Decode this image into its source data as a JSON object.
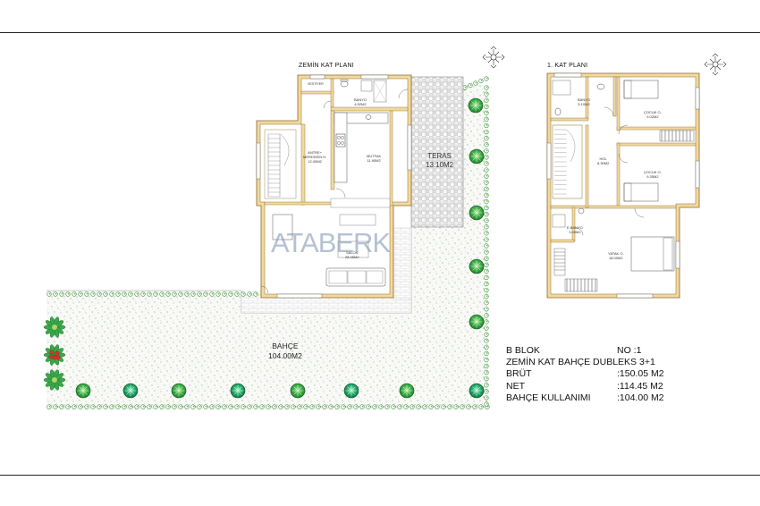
{
  "plans": {
    "ground_title": "ZEMİN KAT PLANI",
    "first_title": "1. KAT PLANI"
  },
  "rooms": {
    "vestiyer": "VESTİYER",
    "banyo_g_name": "BANYO",
    "banyo_g_area": "4.92M2",
    "antre_name": "ANTRE+",
    "antre_name2": "MERDİVEN H.",
    "antre_area": "12.45M2",
    "mutfak_name": "MUTFAK",
    "mutfak_area": "11.90M2",
    "teras_name": "TERAS",
    "teras_area": "13.10M2",
    "salon_name": "SALON",
    "salon_area": "28.45M2",
    "bahce_name": "BAHÇE",
    "bahce_area": "104.00M2",
    "banyo_f_name": "BANYO",
    "banyo_f_area": "5.10M2",
    "cocuk1_name": "ÇOCUK O.",
    "cocuk1_area": "9.02M2",
    "hol_name": "HOL",
    "hol_area": "8.30M2",
    "cocuk2_name": "ÇOCUK O.",
    "cocuk2_area": "9.35M2",
    "ebanyo_name": "E.BANYO",
    "ebanyo_area": "3.00M2",
    "yatak_name": "YATAK O.",
    "yatak_area": "18.00M2"
  },
  "logo_text": "ATABERK",
  "info": {
    "block": "B BLOK",
    "no": "NO :1",
    "type": "ZEMİN KAT BAHÇE DUBLEKS 3+1",
    "rows": [
      {
        "label": "BRÜT",
        "value": ":150.05 M2"
      },
      {
        "label": "NET",
        "value": ":114.45 M2"
      },
      {
        "label": "BAHÇE KULLANIMI",
        "value": ":104.00 M2"
      }
    ]
  },
  "colors": {
    "wall": "#f2d9a0",
    "wall_edge": "#8a6a2a",
    "grass_dot": "#4a9a3a",
    "tree_green": "#3cb34a",
    "flower_red": "#d8332a"
  },
  "icons": [
    "north-arrow-icon",
    "tree-icon",
    "plant-icon"
  ]
}
